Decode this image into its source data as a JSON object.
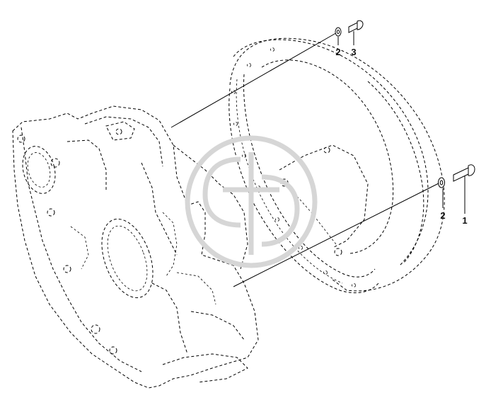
{
  "callouts": [
    {
      "id": "callout-2-top",
      "label": "2"
    },
    {
      "id": "callout-3-top",
      "label": "3"
    },
    {
      "id": "callout-2-right",
      "label": "2"
    },
    {
      "id": "callout-1-right",
      "label": "1"
    }
  ],
  "colors": {
    "line": "#000000",
    "watermark": "#d6d6d6",
    "background": "#ffffff"
  }
}
